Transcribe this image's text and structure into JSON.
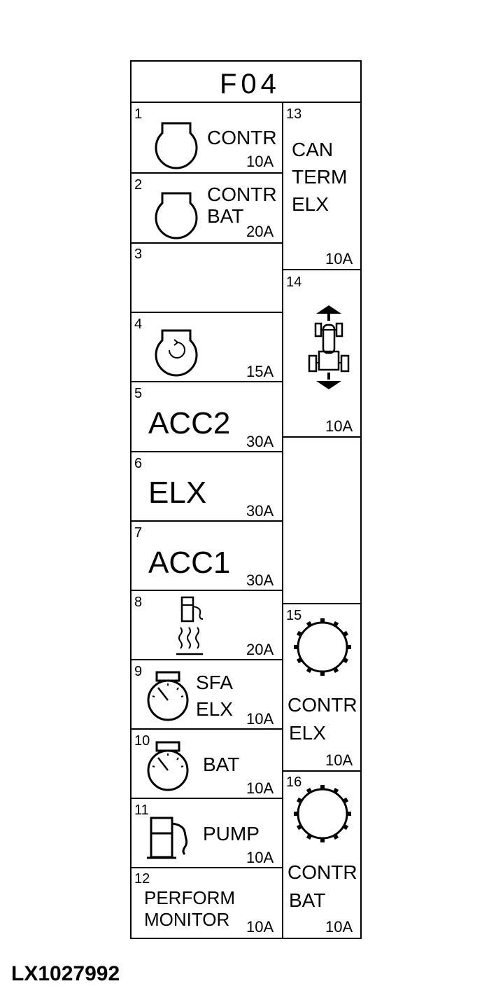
{
  "panel_title": "F04",
  "image_code": "LX1027992",
  "left_fuses": [
    {
      "number": "1",
      "lines": [
        "CONTR"
      ],
      "rating": "10A",
      "icon": "controller-icon"
    },
    {
      "number": "2",
      "lines": [
        "CONTR",
        "BAT"
      ],
      "rating": "20A",
      "icon": "controller-icon"
    },
    {
      "number": "3",
      "lines": [],
      "rating": "",
      "icon": ""
    },
    {
      "number": "4",
      "lines": [],
      "rating": "15A",
      "icon": "controller-cycle-icon"
    },
    {
      "number": "5",
      "lines": [
        "ACC2"
      ],
      "rating": "30A",
      "icon": ""
    },
    {
      "number": "6",
      "lines": [
        "ELX"
      ],
      "rating": "30A",
      "icon": ""
    },
    {
      "number": "7",
      "lines": [
        "ACC1"
      ],
      "rating": "30A",
      "icon": ""
    },
    {
      "number": "8",
      "lines": [],
      "rating": "20A",
      "icon": "fuel-heater-icon"
    },
    {
      "number": "9",
      "lines": [
        "SFA",
        "ELX"
      ],
      "rating": "10A",
      "icon": "gauge-icon"
    },
    {
      "number": "10",
      "lines": [
        "BAT"
      ],
      "rating": "10A",
      "icon": "gauge-icon"
    },
    {
      "number": "11",
      "lines": [
        "PUMP"
      ],
      "rating": "10A",
      "icon": "fuel-pump-icon"
    },
    {
      "number": "12",
      "lines": [
        "PERFORM",
        "MONITOR"
      ],
      "rating": "10A",
      "icon": ""
    }
  ],
  "right_fuses": [
    {
      "number": "13",
      "lines": [
        "CAN",
        "TERM",
        "ELX"
      ],
      "rating": "10A",
      "icon": ""
    },
    {
      "number": "14",
      "lines": [],
      "rating": "10A",
      "icon": "tractor-direction-icon"
    },
    {
      "number": "15",
      "lines": [
        "CONTR",
        "ELX"
      ],
      "rating": "10A",
      "icon": "gear-controller-icon"
    },
    {
      "number": "16",
      "lines": [
        "CONTR",
        "BAT"
      ],
      "rating": "10A",
      "icon": "gear-controller-icon"
    }
  ]
}
